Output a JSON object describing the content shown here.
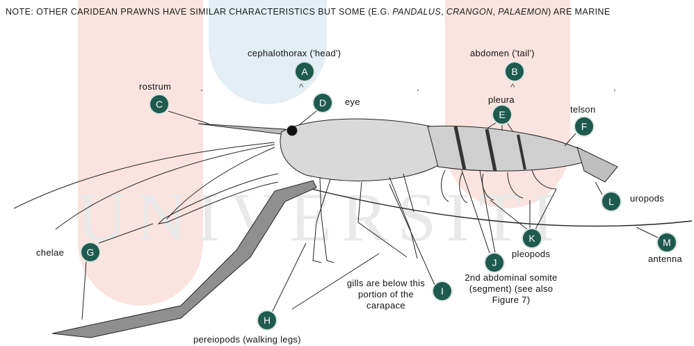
{
  "note": {
    "prefix": "NOTE: OTHER CARIDEAN PRAWNS HAVE SIMILAR CHARACTERISTICS BUT SOME (E.G. ",
    "genus1": "PANDALUS",
    "sep1": ", ",
    "genus2": "CRANGON",
    "sep2": ", ",
    "genus3": "PALAEMON",
    "suffix": ") ARE MARINE"
  },
  "watermark": "UNIVERSITI",
  "badges": {
    "A": "A",
    "B": "B",
    "C": "C",
    "D": "D",
    "E": "E",
    "F": "F",
    "G": "G",
    "H": "H",
    "I": "I",
    "J": "J",
    "K": "K",
    "L": "L",
    "M": "M"
  },
  "labels": {
    "cephalothorax": "cephalothorax ('head')",
    "abdomen": "abdomen ('tail')",
    "rostrum": "rostrum",
    "eye": "eye",
    "pleura": "pleura",
    "telson": "telson",
    "uropods": "uropods",
    "chelae": "chelae",
    "pleopods": "pleopods",
    "antenna": "antenna",
    "abdominal_somite": "2nd abdominal somite (segment) (see also Figure 7)",
    "gills": "gills are below this portion of the carapace",
    "pereiopods": "pereiopods (walking legs)"
  },
  "colors": {
    "badge": "#1e5a4e",
    "line": "#222222"
  }
}
